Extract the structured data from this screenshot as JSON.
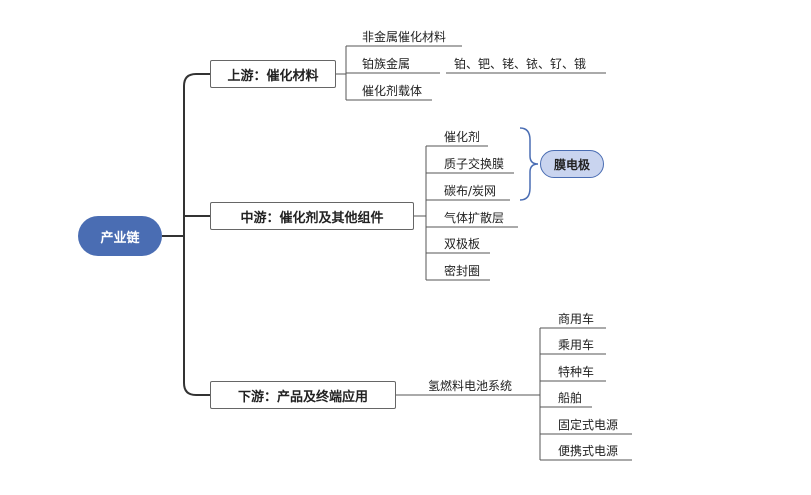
{
  "root": {
    "label": "产业链"
  },
  "upstream": {
    "label": "上游：催化材料",
    "items": [
      "非金属催化材料",
      "铂族金属",
      "催化剂载体"
    ],
    "platinum_group_detail": "铂、钯、铑、铱、钌、锇"
  },
  "midstream": {
    "label": "中游：催化剂及其他组件",
    "items": [
      "催化剂",
      "质子交换膜",
      "碳布/炭网",
      "气体扩散层",
      "双极板",
      "密封圈"
    ],
    "membrane_electrode": "膜电极"
  },
  "downstream": {
    "label": "下游：产品及终端应用",
    "system": "氢燃料电池系统",
    "items": [
      "商用车",
      "乘用车",
      "特种车",
      "船舶",
      "固定式电源",
      "便携式电源"
    ]
  },
  "colors": {
    "root_fill": "#4a6db3",
    "pill_fill": "#c9d4ef",
    "line": "#333333",
    "box_border": "#666666",
    "brace": "#4a6db3"
  }
}
